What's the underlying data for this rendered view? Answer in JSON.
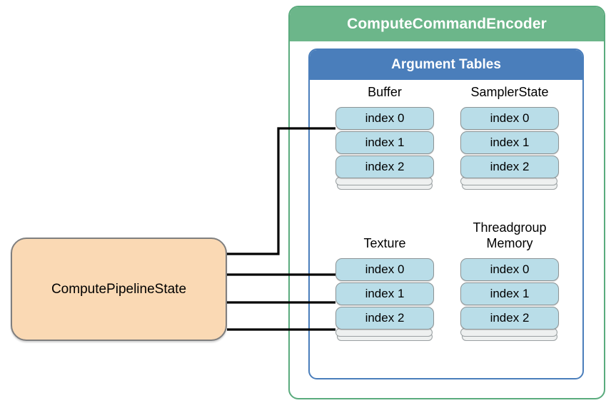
{
  "diagram": {
    "title_encoder": "ComputeCommandEncoder",
    "title_tables": "Argument Tables",
    "pipeline_state": "ComputePipelineState",
    "colors": {
      "encoder_header": "#6cb68a",
      "encoder_border": "#5aab7d",
      "tables_header": "#4a7ebb",
      "tables_border": "#4a7ebb",
      "card_fill": "#b9dde8",
      "card_border": "#8d9496",
      "pipeline_fill": "#fad9b4",
      "pipeline_border": "#7f7f7f",
      "connector": "#000000",
      "canvas": "#ffffff"
    },
    "groups": [
      {
        "label": "Buffer",
        "entries": [
          "index 0",
          "index 1",
          "index 2"
        ]
      },
      {
        "label": "SamplerState",
        "entries": [
          "index 0",
          "index 1",
          "index 2"
        ]
      },
      {
        "label": "Texture",
        "entries": [
          "index 0",
          "index 1",
          "index 2"
        ]
      },
      {
        "label": "Threadgroup\nMemory",
        "entries": [
          "index 0",
          "index 1",
          "index 2"
        ]
      }
    ],
    "connections": [
      {
        "from": "ComputePipelineState",
        "to": "Buffer index 0"
      },
      {
        "from": "ComputePipelineState",
        "to": "Texture index 0"
      },
      {
        "from": "ComputePipelineState",
        "to": "Texture index 1"
      },
      {
        "from": "ComputePipelineState",
        "to": "Texture index 2"
      }
    ]
  }
}
